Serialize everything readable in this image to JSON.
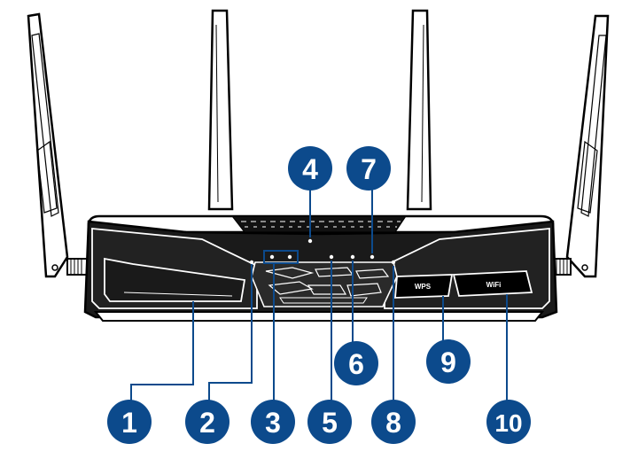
{
  "buttons": {
    "wps": "WPS",
    "wifi": "WiFi"
  },
  "callouts": [
    "1",
    "2",
    "3",
    "4",
    "5",
    "6",
    "7",
    "8",
    "9",
    "10"
  ],
  "colors": {
    "callout_fill": "#0c4a8c",
    "device_fill": "#1a1a1a",
    "outline": "#000000"
  }
}
